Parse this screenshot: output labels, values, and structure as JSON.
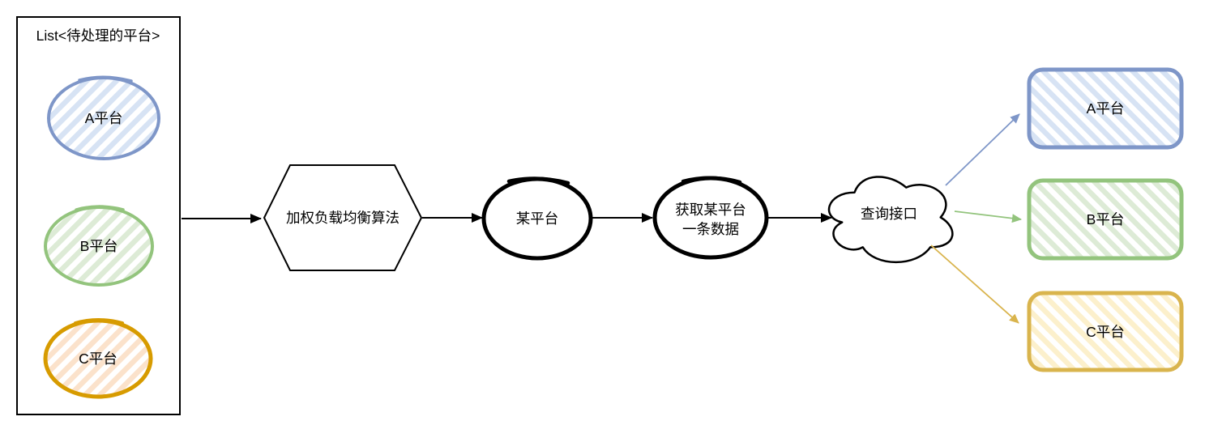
{
  "palette": {
    "black": "#000000",
    "blue_stroke": "#7e96c8",
    "blue_fill": "#d7e3f4",
    "green_stroke": "#93c47d",
    "green_fill": "#ddebd6",
    "gold_stroke": "#d79b00",
    "gold_fill": "#fbe2cb",
    "tan_stroke": "#d9b44d",
    "tan_fill": "#fcf0cc"
  },
  "list_box": {
    "title": "List<待处理的平台>",
    "items": [
      {
        "label": "A平台"
      },
      {
        "label": "B平台"
      },
      {
        "label": "C平台"
      }
    ]
  },
  "flow": {
    "hexagon_label": "加权负载均衡算法",
    "platform_label": "某平台",
    "fetch_label_line1": "获取某平台",
    "fetch_label_line2": "一条数据",
    "cloud_label": "查询接口"
  },
  "targets": [
    {
      "label": "A平台"
    },
    {
      "label": "B平台"
    },
    {
      "label": "C平台"
    }
  ]
}
